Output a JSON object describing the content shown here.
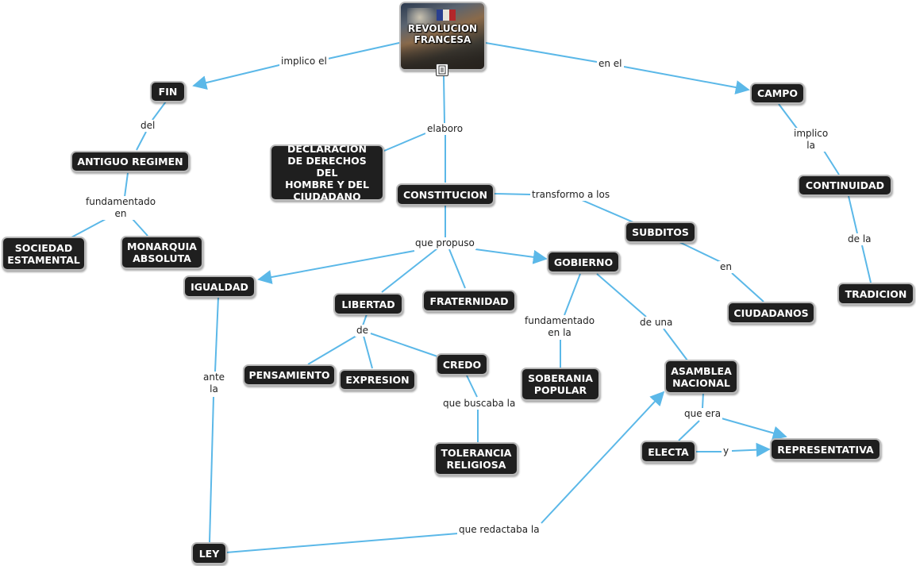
{
  "colors": {
    "line": "#5bb8e8",
    "node_fill": "#1f1f1f",
    "node_border": "#b9b9b9",
    "node_text": "#ffffff"
  },
  "icon": "document-icon",
  "nodes": {
    "revolucion": "REVOLUCION\nFRANCESA",
    "fin": "FIN",
    "campo": "CAMPO",
    "antiguo_regimen": "ANTIGUO REGIMEN",
    "declaracion": "DECLARACION\nDE DERECHOS DEL\nHOMBRE Y DEL\nCIUDADANO",
    "constitucion": "CONSTITUCION",
    "subditos": "SUBDITOS",
    "continuidad": "CONTINUIDAD",
    "sociedad_estamental": "SOCIEDAD\nESTAMENTAL",
    "monarquia_absoluta": "MONARQUIA\nABSOLUTA",
    "igualdad": "IGUALDAD",
    "libertad": "LIBERTAD",
    "fraternidad": "FRATERNIDAD",
    "gobierno": "GOBIERNO",
    "ciudadanos": "CIUDADANOS",
    "tradicion": "TRADICION",
    "pensamiento": "PENSAMIENTO",
    "expresion": "EXPRESION",
    "credo": "CREDO",
    "soberania_popular": "SOBERANIA\nPOPULAR",
    "asamblea_nacional": "ASAMBLEA\nNACIONAL",
    "tolerancia_religiosa": "TOLERANCIA\nRELIGIOSA",
    "electa": "ELECTA",
    "representativa": "REPRESENTATIVA",
    "ley": "LEY"
  },
  "links": {
    "implico_el": "implico el",
    "en_el": "en el",
    "del": "del",
    "elaboro": "elaboro",
    "implico_la": "implico\nla",
    "fundamentado_en": "fundamentado\nen",
    "transformo_a_los": "transformo a los",
    "que_propuso": "que propuso",
    "de_la": "de la",
    "en": "en",
    "de": "de",
    "fundamentado_en_la": "fundamentado\nen la",
    "de_una": "de una",
    "ante_la": "ante\nla",
    "que_buscaba_la": "que buscaba la",
    "que_era": "que era",
    "y": "y",
    "que_redactaba_la": "que redactaba la"
  }
}
